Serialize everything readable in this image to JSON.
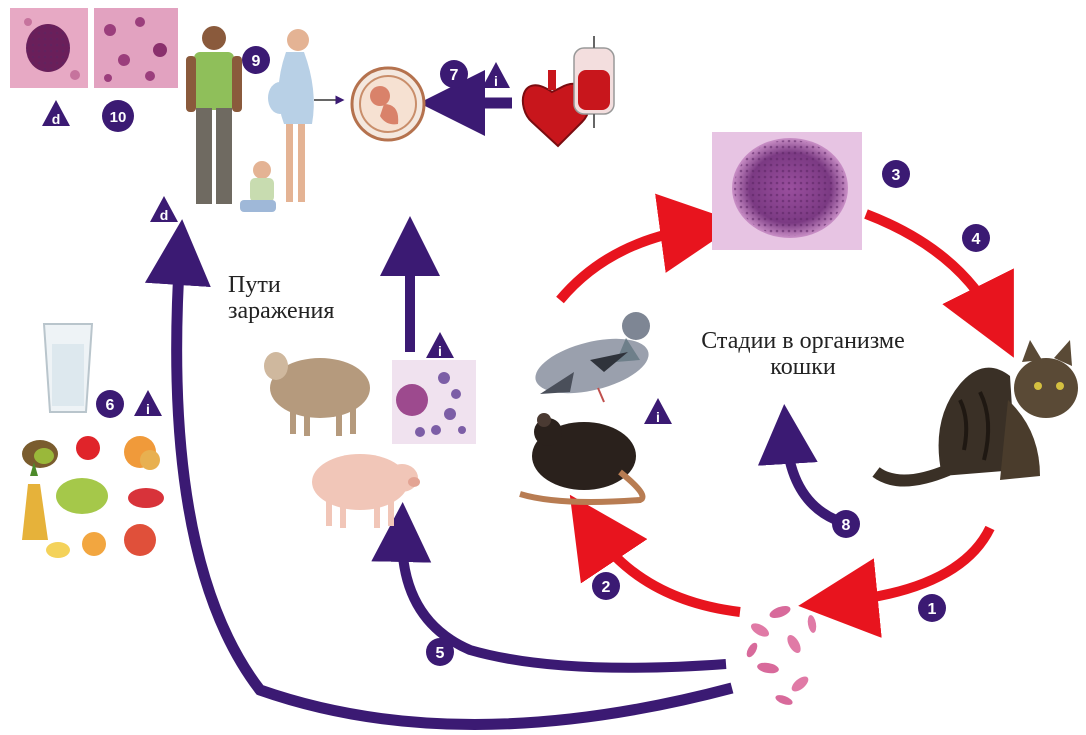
{
  "labels": {
    "routes_line1": "Пути",
    "routes_line2": "заражения",
    "cat_line1": "Стадии в организме",
    "cat_line2": "кошки"
  },
  "step_markers": [
    "1",
    "2",
    "3",
    "4",
    "5",
    "6",
    "7",
    "8",
    "9",
    "10"
  ],
  "info_markers": {
    "i": "i",
    "d": "d"
  },
  "colors": {
    "cat_cycle_arrow": "#e8141e",
    "transmission_arrow": "#3b1a73",
    "marker_fill": "#3b1a73",
    "marker_text": "#ffffff"
  },
  "icons": [
    "tissue-cyst-micrograph-icon",
    "tissue-section-micrograph-icon",
    "family-icon",
    "fetus-icon",
    "heart-icon",
    "blood-bag-icon",
    "bradyzoite-cyst-icon",
    "cat-icon",
    "pigeon-icon",
    "rat-icon",
    "oocyst-icon",
    "sheep-icon",
    "pig-icon",
    "meat-cyst-micrograph-icon",
    "water-glass-icon",
    "fruits-icon"
  ]
}
